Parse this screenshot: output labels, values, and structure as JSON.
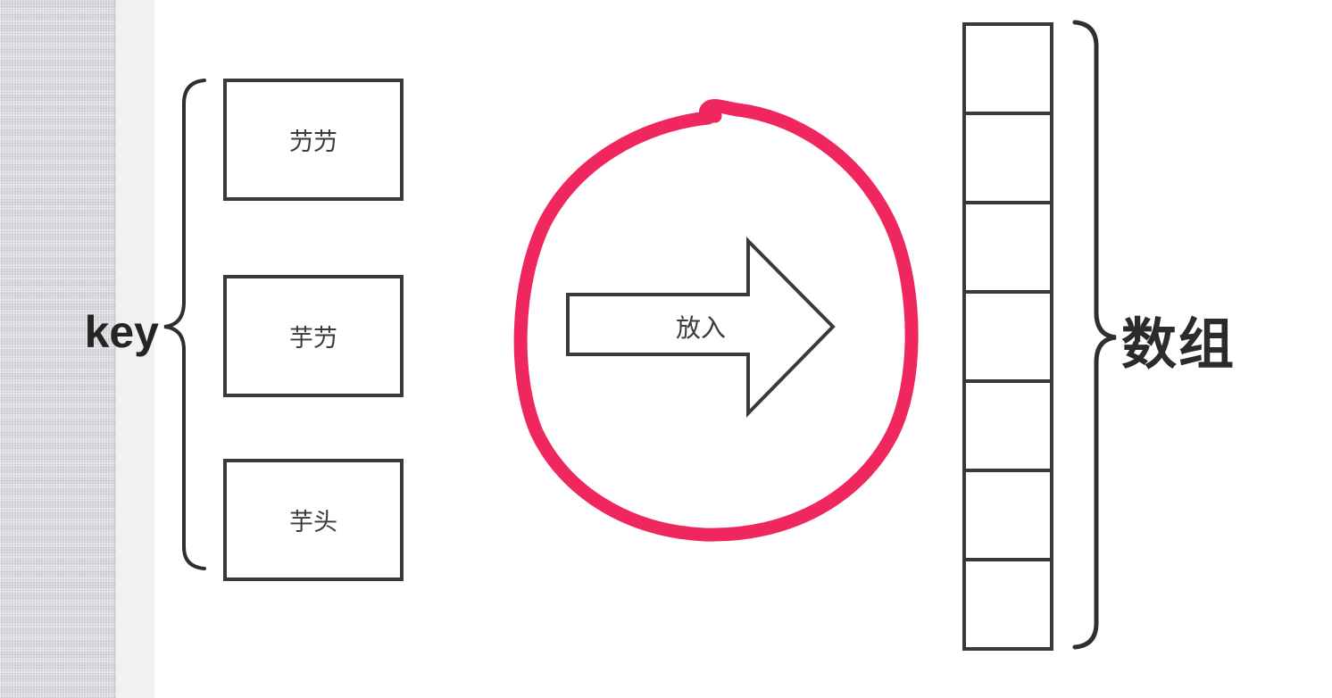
{
  "canvas": {
    "background": "#ffffff"
  },
  "sidebar": {
    "texture_color": "#d8d9dd",
    "inner_strip_color": "#f1f1f2"
  },
  "left_group": {
    "label": "key",
    "brace_color": "#2f2f2f",
    "boxes": [
      {
        "label": "芀芀"
      },
      {
        "label": "芋芀"
      },
      {
        "label": "芋头"
      }
    ]
  },
  "arrow": {
    "label": "放入",
    "stroke_color": "#3a3a3a",
    "fill_color": "#ffffff"
  },
  "annotation": {
    "shape": "hand-drawn-circle",
    "color": "#f0265f"
  },
  "array": {
    "label": "数组",
    "cell_count": 7,
    "border_color": "#383838",
    "brace_color": "#2f2f2f"
  }
}
